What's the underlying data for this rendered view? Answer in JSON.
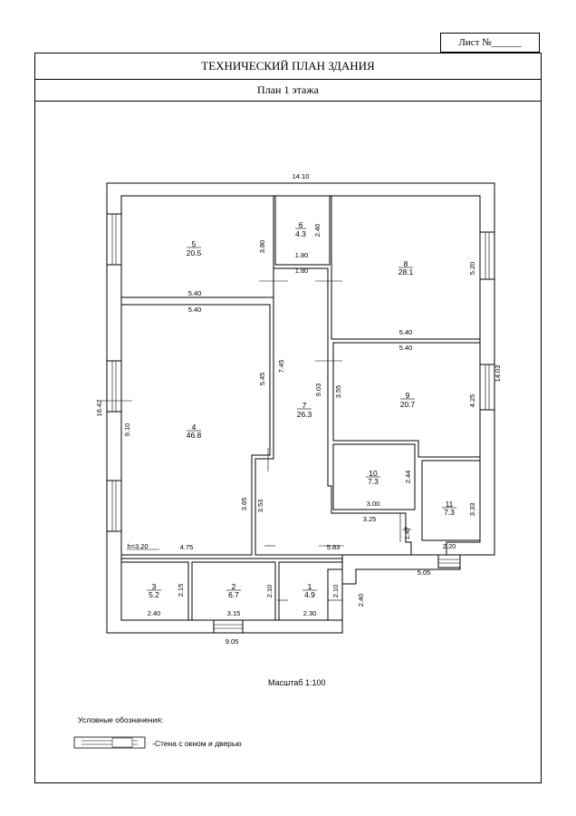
{
  "header": {
    "sheet_label": "Лист №______",
    "title": "ТЕХНИЧЕСКИЙ ПЛАН ЗДАНИЯ",
    "floor": "План  1 этажа"
  },
  "rooms": [
    {
      "number": "5",
      "area": "20.5"
    },
    {
      "number": "6",
      "area": "4.3"
    },
    {
      "number": "8",
      "area": "28.1"
    },
    {
      "number": "4",
      "area": "46.8"
    },
    {
      "number": "7",
      "area": "26.3"
    },
    {
      "number": "9",
      "area": "20.7"
    },
    {
      "number": "10",
      "area": "7.3"
    },
    {
      "number": "11",
      "area": "7.3"
    },
    {
      "number": "3",
      "area": "5.2"
    },
    {
      "number": "2",
      "area": "6.7"
    },
    {
      "number": "1",
      "area": "4.9"
    }
  ],
  "dimensions": {
    "overall_width": "14.10",
    "overall_depth_left": "16.42",
    "overall_depth_right": "14.03",
    "bottom_width": "9.05",
    "r5_height": "3.80",
    "r5_width_top": "5.40",
    "r4_width_top": "5.40",
    "r6_height": "2.40",
    "r6_width_a": "1.80",
    "r6_width_b": "1.80",
    "r8_height": "5.20",
    "r8_width": "5.40",
    "r9_width": "5.40",
    "r4_right_a": "5.45",
    "r7_left": "7.45",
    "r7_right": "9.03",
    "r9_left": "3.55",
    "r9_right": "4.25",
    "r4_height": "9.10",
    "r10_right": "2.44",
    "r10_width": "3.00",
    "r7_bottom_a": "3.25",
    "r11_right": "3.33",
    "r7_step": "1.47",
    "r11_width": "2.20",
    "right_bottom": "5.05",
    "r4_right_b": "3.65",
    "r7_left_b": "3.53",
    "ceiling_height": "h=3.20",
    "r4_width": "4.75",
    "r7_width": "5.83",
    "r3_height": "2.15",
    "r2_height": "2.10",
    "r1_height": "2.10",
    "r3_width": "2.40",
    "r2_width": "3.15",
    "r1_width": "2.30",
    "porch_height": "2.40"
  },
  "footer": {
    "scale": "Масштаб 1:100",
    "legend_title": "Условные обозначения:",
    "legend_item": "-Стена с окном и дверью"
  },
  "colors": {
    "line": "#000000",
    "highlight": "#1a1aff"
  }
}
